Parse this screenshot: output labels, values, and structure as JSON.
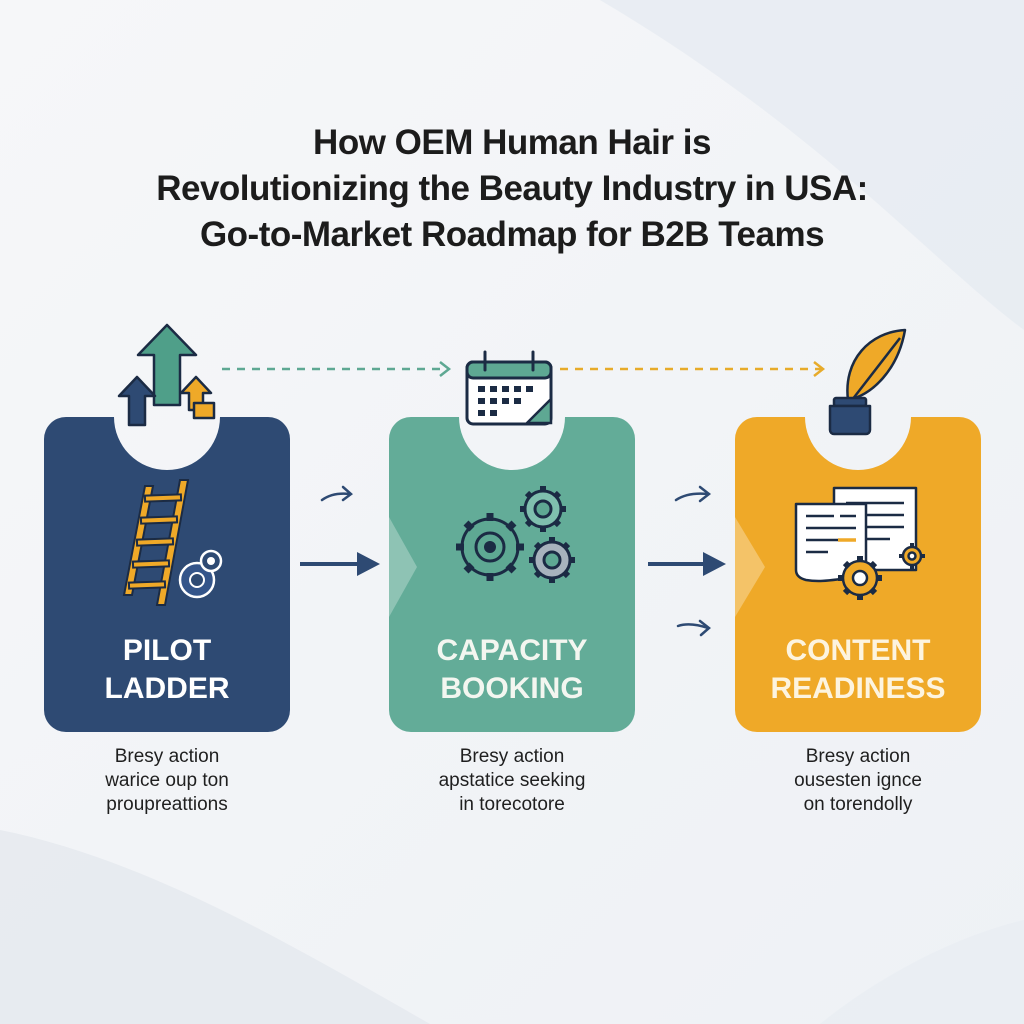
{
  "title": {
    "line1": "How OEM Human Hair is",
    "line2": "Revolutionizing the Beauty Industry in USA:",
    "line3": "Go-to-Market Roadmap for B2B Teams"
  },
  "steps": [
    {
      "label_line1": "PILOT",
      "label_line2": "LADDER",
      "color": "#2e4a73",
      "label_color": "#ffffff",
      "top_icon": "growth-arrows-icon",
      "main_icon": "ladder-icon",
      "caption_line1": "Bresy action",
      "caption_line2": "warice oup ton",
      "caption_line3": "proupreattions"
    },
    {
      "label_line1": "CAPACITY",
      "label_line2": "BOOKING",
      "color": "#63ac98",
      "label_color": "#f3f6f0",
      "top_icon": "calendar-icon",
      "main_icon": "gears-icon",
      "caption_line1": "Bresy action",
      "caption_line2": "apstatice seeking",
      "caption_line3": "in torecotore"
    },
    {
      "label_line1": "CONTENT",
      "label_line2": "READINESS",
      "color": "#efa928",
      "label_color": "#fdf4df",
      "top_icon": "quill-inkwell-icon",
      "main_icon": "documents-gear-icon",
      "caption_line1": "Bresy action",
      "caption_line2": "ousesten ignce",
      "caption_line3": "on torendolly"
    }
  ],
  "colors": {
    "navy": "#2e4a73",
    "teal": "#63ac98",
    "amber": "#efa928",
    "ink": "#1c1c1c"
  }
}
